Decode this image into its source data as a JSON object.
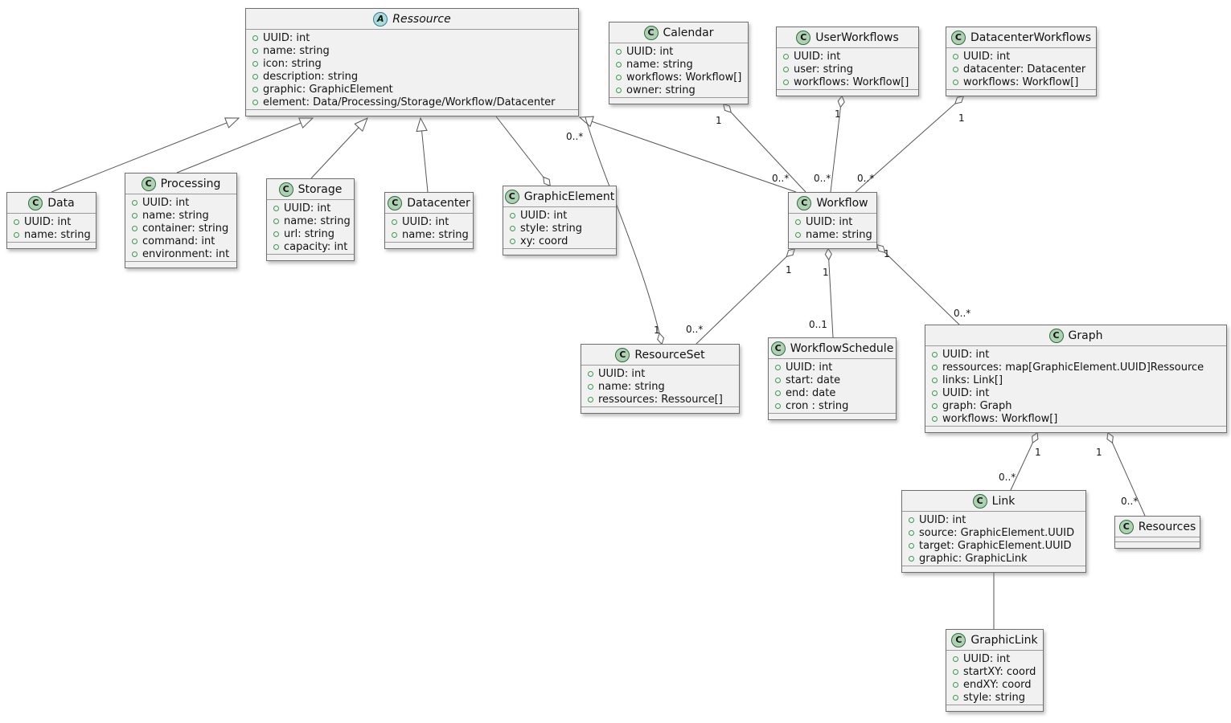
{
  "diagram": {
    "type": "uml-class-diagram",
    "background": "#FFFFFF"
  },
  "colors": {
    "class_background": "#F1F1F1",
    "class_border": "#6F6F6F",
    "class_circle_background": "#ADD1B2",
    "abstract_circle_background": "#A9DCDF",
    "field_icon_outline": "#3C9950",
    "edge_stroke": "#565656"
  },
  "classes": [
    {
      "id": "ressource",
      "kind": "abstract class",
      "letter": "A",
      "name": "Ressource",
      "attrs": [
        "UUID: int",
        "name: string",
        "icon: string",
        "description: string",
        "graphic: GraphicElement",
        "element: Data/Processing/Storage/Workflow/Datacenter"
      ]
    },
    {
      "id": "calendar",
      "kind": "class",
      "letter": "C",
      "name": "Calendar",
      "attrs": [
        "UUID: int",
        "name: string",
        "workflows: Workflow[]",
        "owner: string"
      ]
    },
    {
      "id": "userworkflows",
      "kind": "class",
      "letter": "C",
      "name": "UserWorkflows",
      "attrs": [
        "UUID: int",
        "user: string",
        "workflows: Workflow[]"
      ]
    },
    {
      "id": "datacenterworkflows",
      "kind": "class",
      "letter": "C",
      "name": "DatacenterWorkflows",
      "attrs": [
        "UUID: int",
        "datacenter: Datacenter",
        "workflows: Workflow[]"
      ]
    },
    {
      "id": "data",
      "kind": "class",
      "letter": "C",
      "name": "Data",
      "attrs": [
        "UUID: int",
        "name: string"
      ]
    },
    {
      "id": "processing",
      "kind": "class",
      "letter": "C",
      "name": "Processing",
      "attrs": [
        "UUID: int",
        "name: string",
        "container: string",
        "command: int",
        "environment: int"
      ]
    },
    {
      "id": "storage",
      "kind": "class",
      "letter": "C",
      "name": "Storage",
      "attrs": [
        "UUID: int",
        "name: string",
        "url: string",
        "capacity: int"
      ]
    },
    {
      "id": "datacenter",
      "kind": "class",
      "letter": "C",
      "name": "Datacenter",
      "attrs": [
        "UUID: int",
        "name: string"
      ]
    },
    {
      "id": "graphicelement",
      "kind": "class",
      "letter": "C",
      "name": "GraphicElement",
      "attrs": [
        "UUID: int",
        "style: string",
        "xy: coord"
      ]
    },
    {
      "id": "workflow",
      "kind": "class",
      "letter": "C",
      "name": "Workflow",
      "attrs": [
        "UUID: int",
        "name: string"
      ]
    },
    {
      "id": "resourceset",
      "kind": "class",
      "letter": "C",
      "name": "ResourceSet",
      "attrs": [
        "UUID: int",
        "name: string",
        "ressources: Ressource[]"
      ]
    },
    {
      "id": "workflowschedule",
      "kind": "class",
      "letter": "C",
      "name": "WorkflowSchedule",
      "attrs": [
        "UUID: int",
        "start: date",
        "end: date",
        "cron : string"
      ]
    },
    {
      "id": "graph",
      "kind": "class",
      "letter": "C",
      "name": "Graph",
      "attrs": [
        "UUID: int",
        "ressources: map[GraphicElement.UUID]Ressource",
        "links: Link[]",
        "UUID: int",
        "graph: Graph",
        "workflows: Workflow[]"
      ]
    },
    {
      "id": "link",
      "kind": "class",
      "letter": "C",
      "name": "Link",
      "attrs": [
        "UUID: int",
        "source: GraphicElement.UUID",
        "target: GraphicElement.UUID",
        "graphic: GraphicLink"
      ]
    },
    {
      "id": "resources",
      "kind": "class",
      "letter": "C",
      "name": "Resources",
      "attrs": []
    },
    {
      "id": "graphiclink",
      "kind": "class",
      "letter": "C",
      "name": "GraphicLink",
      "attrs": [
        "UUID: int",
        "startXY: coord",
        "endXY: coord",
        "style: string"
      ]
    }
  ],
  "relations": {
    "data_extends_ressource": {
      "kind": "inheritance"
    },
    "processing_extends_ressource": {
      "kind": "inheritance"
    },
    "storage_extends_ressource": {
      "kind": "inheritance"
    },
    "datacenter_extends_ressource": {
      "kind": "inheritance"
    },
    "workflow_extends_ressource": {
      "kind": "inheritance"
    },
    "graphicelement_ressource": {
      "kind": "aggregation"
    },
    "calendar_workflow": {
      "kind": "aggregation",
      "source_mult": "1",
      "target_mult": "0..*"
    },
    "userworkflows_workflow": {
      "kind": "aggregation",
      "source_mult": "1",
      "target_mult": "0..*"
    },
    "datacenterworkflows_workflow": {
      "kind": "aggregation",
      "source_mult": "1",
      "target_mult": "0..*"
    },
    "workflow_resourceset": {
      "kind": "aggregation",
      "source_mult": "1",
      "target_mult": "0..*"
    },
    "workflow_workflowschedule": {
      "kind": "aggregation",
      "source_mult": "1",
      "target_mult": "0..1"
    },
    "workflow_graph": {
      "kind": "aggregation",
      "source_mult": "1",
      "target_mult": "0..*"
    },
    "resourceset_ressource": {
      "kind": "aggregation",
      "source_mult": "1",
      "target_mult": "0..*"
    },
    "graph_link": {
      "kind": "aggregation",
      "source_mult": "1",
      "target_mult": "0..*"
    },
    "graph_resources": {
      "kind": "aggregation",
      "source_mult": "1",
      "target_mult": "0..*"
    },
    "link_graphiclink": {
      "kind": "association"
    }
  }
}
